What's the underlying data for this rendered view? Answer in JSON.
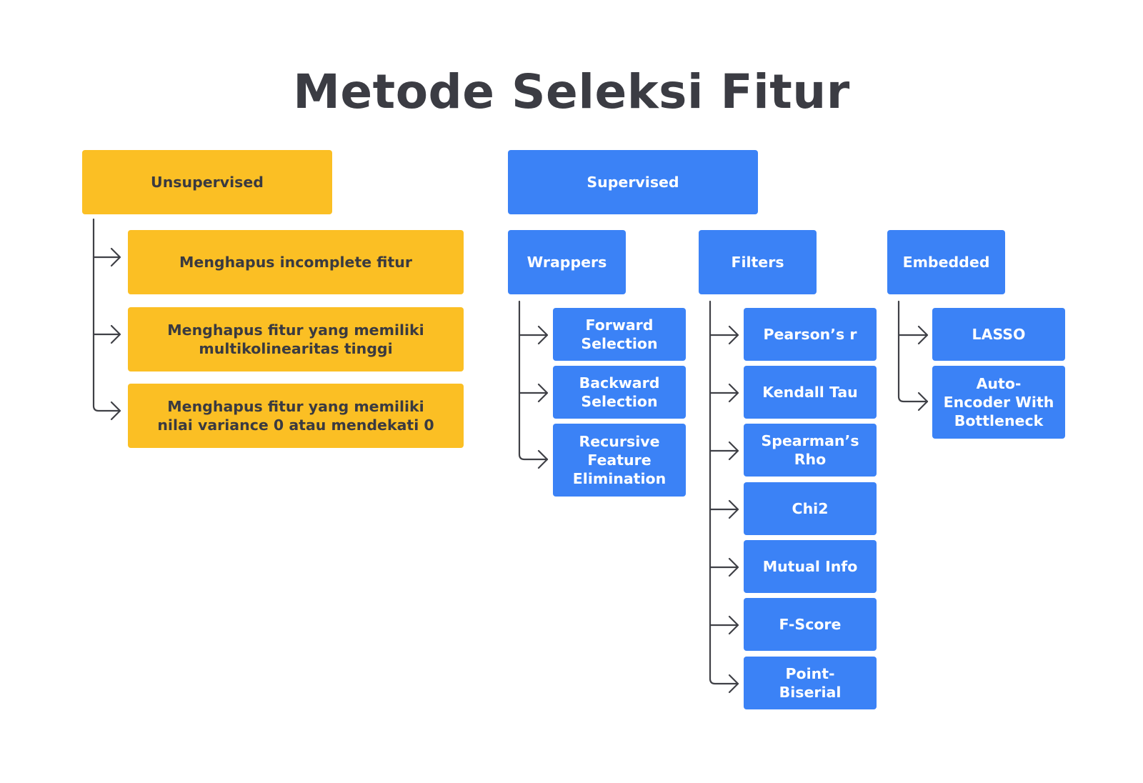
{
  "title": "Metode Seleksi Fitur",
  "colors": {
    "unsupervised": "#fbbf24",
    "supervised": "#3b82f6",
    "connector": "#3f4046",
    "title": "#3b3c43"
  },
  "unsupervised": {
    "label": "Unsupervised",
    "items": [
      "Menghapus incomplete fitur",
      "Menghapus fitur yang memiliki\nmultikolinearitas tinggi",
      "Menghapus fitur yang memiliki\nnilai variance 0 atau mendekati 0"
    ]
  },
  "supervised": {
    "label": "Supervised",
    "wrappers": {
      "label": "Wrappers",
      "items": [
        "Forward\nSelection",
        "Backward\nSelection",
        "Recursive\nFeature\nElimination"
      ]
    },
    "filters": {
      "label": "Filters",
      "items": [
        "Pearson’s r",
        "Kendall Tau",
        "Spearman’s\nRho",
        "Chi2",
        "Mutual Info",
        "F-Score",
        "Point-\nBiserial"
      ]
    },
    "embedded": {
      "label": "Embedded",
      "items": [
        "LASSO",
        "Auto-\nEncoder With\nBottleneck"
      ]
    }
  }
}
